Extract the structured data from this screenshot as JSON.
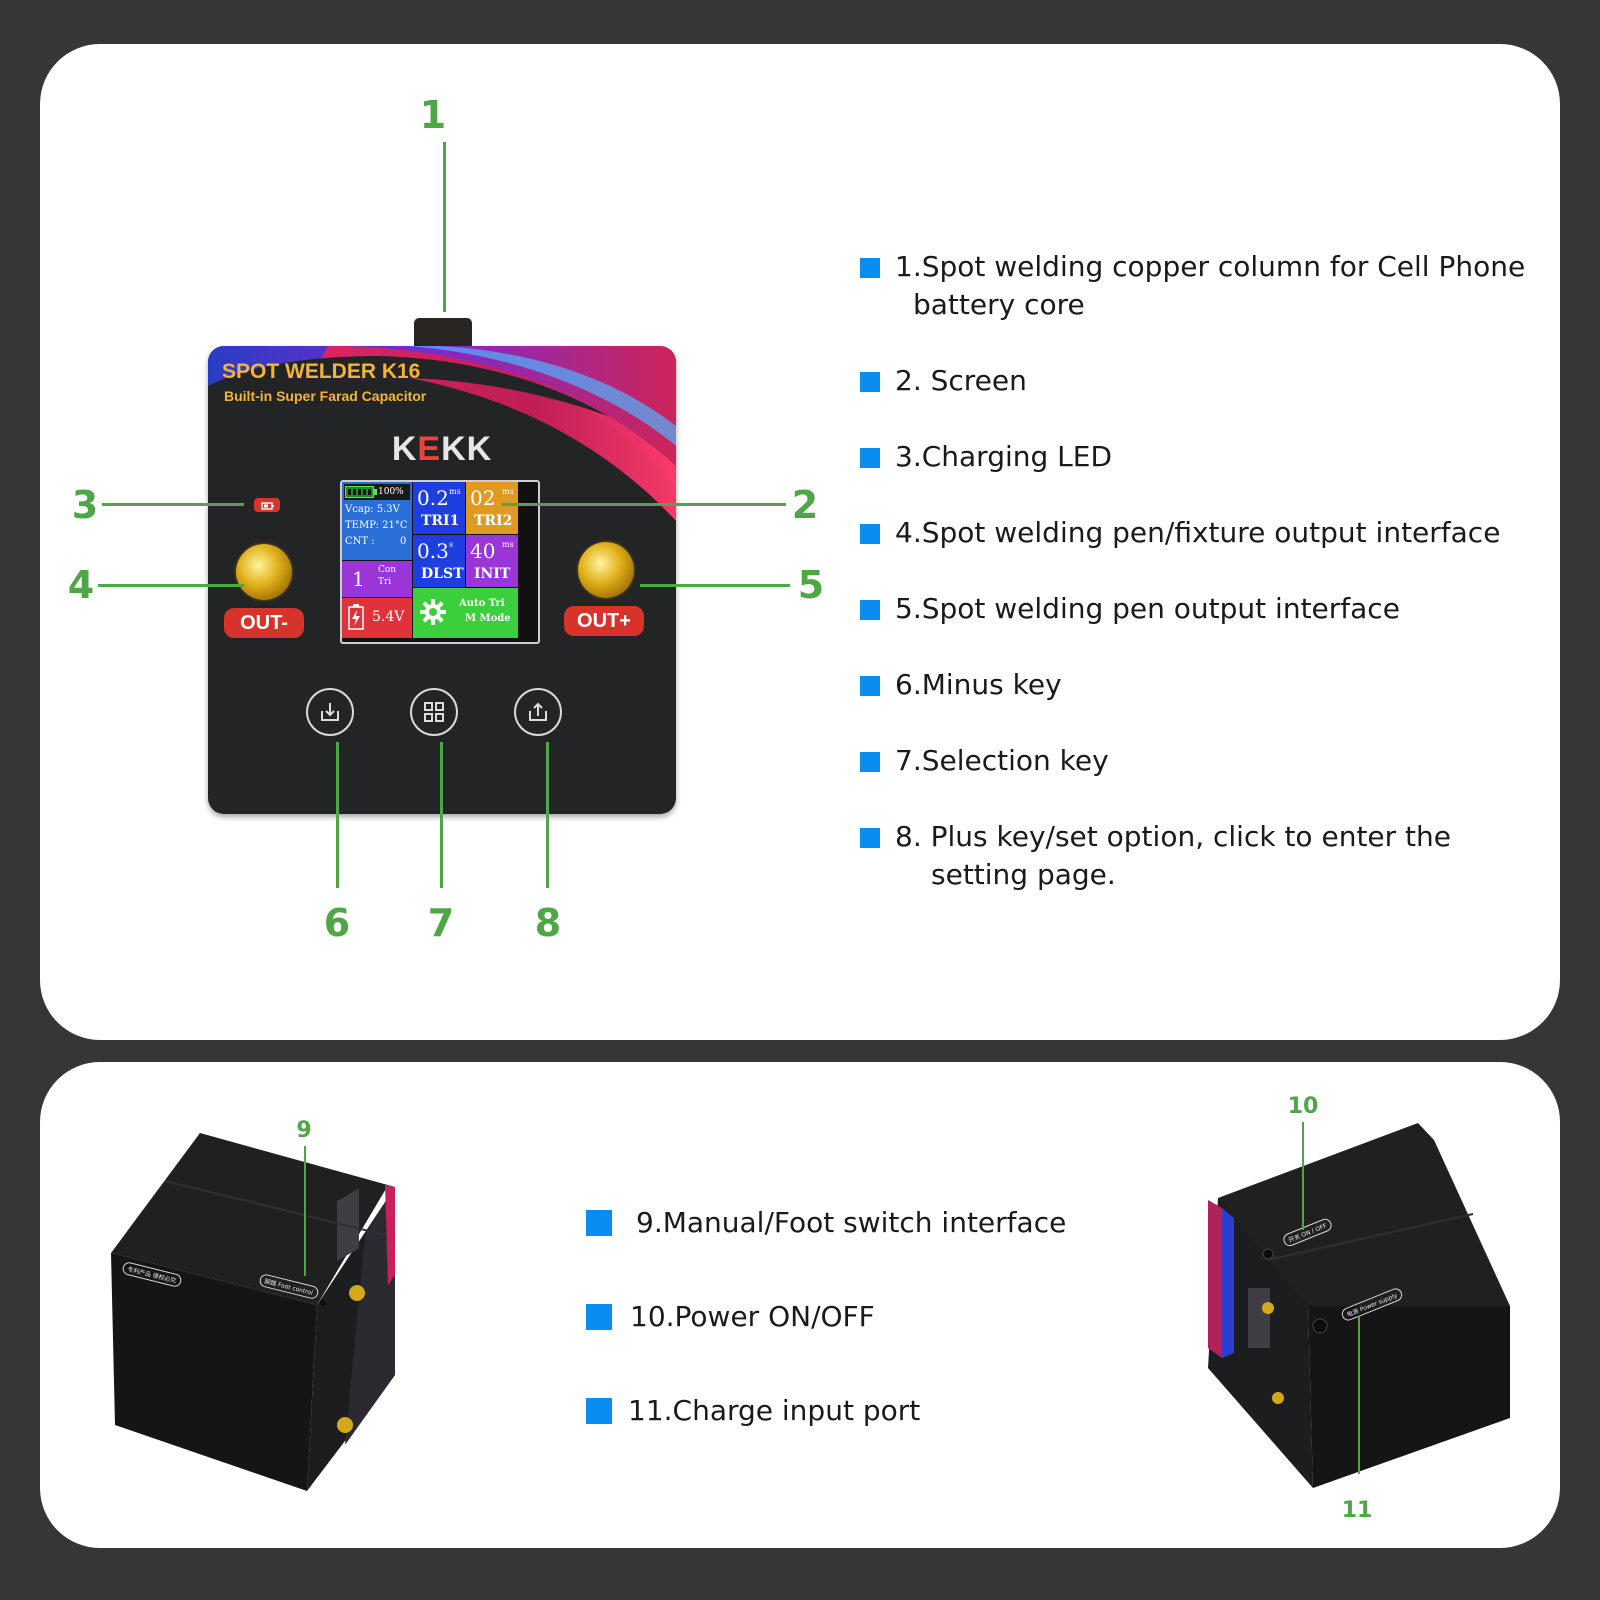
{
  "device": {
    "title": "SPOT WELDER  K16",
    "subtitle": "Built-in Super Farad Capacitor",
    "brand_prefix": "K",
    "brand_accent": "E",
    "brand_suffix": "KK",
    "out_minus": "OUT-",
    "out_plus": "OUT+",
    "screen": {
      "battery": "100%",
      "vcap": "Vcap: 5.3V",
      "temp": "TEMP: 21°C",
      "cnt_label": "CNT :",
      "cnt_value": "0",
      "tri1_value": "0.2",
      "tri1_unit": "ms",
      "tri1_label": "TRI1",
      "tri2_value": "02",
      "tri2_unit": "ms",
      "tri2_label": "TRI2",
      "dlst_value": "0.3",
      "dlst_unit": "s",
      "dlst_label": "DLST",
      "init_value": "40",
      "init_unit": "ms",
      "init_label": "INIT",
      "con_value": "1",
      "con_label_1": "Con",
      "con_label_2": "Tri",
      "voltage": "5.4V",
      "mode_1": "Auto Tri",
      "mode_2": "M Mode"
    }
  },
  "callouts": {
    "n1": "1",
    "n2": "2",
    "n3": "3",
    "n4": "4",
    "n5": "5",
    "n6": "6",
    "n7": "7",
    "n8": "8",
    "n9": "9",
    "n10": "10",
    "n11": "11"
  },
  "legend_top": [
    {
      "line1": "1.Spot welding copper column for Cell Phone",
      "line2": "battery core"
    },
    {
      "line1": "2. Screen"
    },
    {
      "line1": "3.Charging LED"
    },
    {
      "line1": "4.Spot welding pen/fixture output interface"
    },
    {
      "line1": "5.Spot welding pen output interface"
    },
    {
      "line1": "6.Minus key"
    },
    {
      "line1": "7.Selection key"
    },
    {
      "line1": "8. Plus key/set option, click to enter the",
      "line2": "setting page."
    }
  ],
  "legend_bottom": [
    {
      "line1": "9.Manual/Foot switch interface"
    },
    {
      "line1": "10.Power ON/OFF"
    },
    {
      "line1": "11.Charge input port"
    }
  ],
  "cube_labels": {
    "foot_control": "脚踏 Foot control",
    "left_side": "专利产品 侵权必究",
    "power_switch": "开关 ON / OFF",
    "power_supply": "电源 Power supply"
  },
  "colors": {
    "callout": "#4ea646",
    "bullet": "#0a8df0",
    "background": "#363636"
  },
  "icons": [
    "minus-key-icon",
    "selection-grid-icon",
    "plus-key-icon",
    "gear-icon",
    "battery-icon",
    "lightning-icon"
  ]
}
